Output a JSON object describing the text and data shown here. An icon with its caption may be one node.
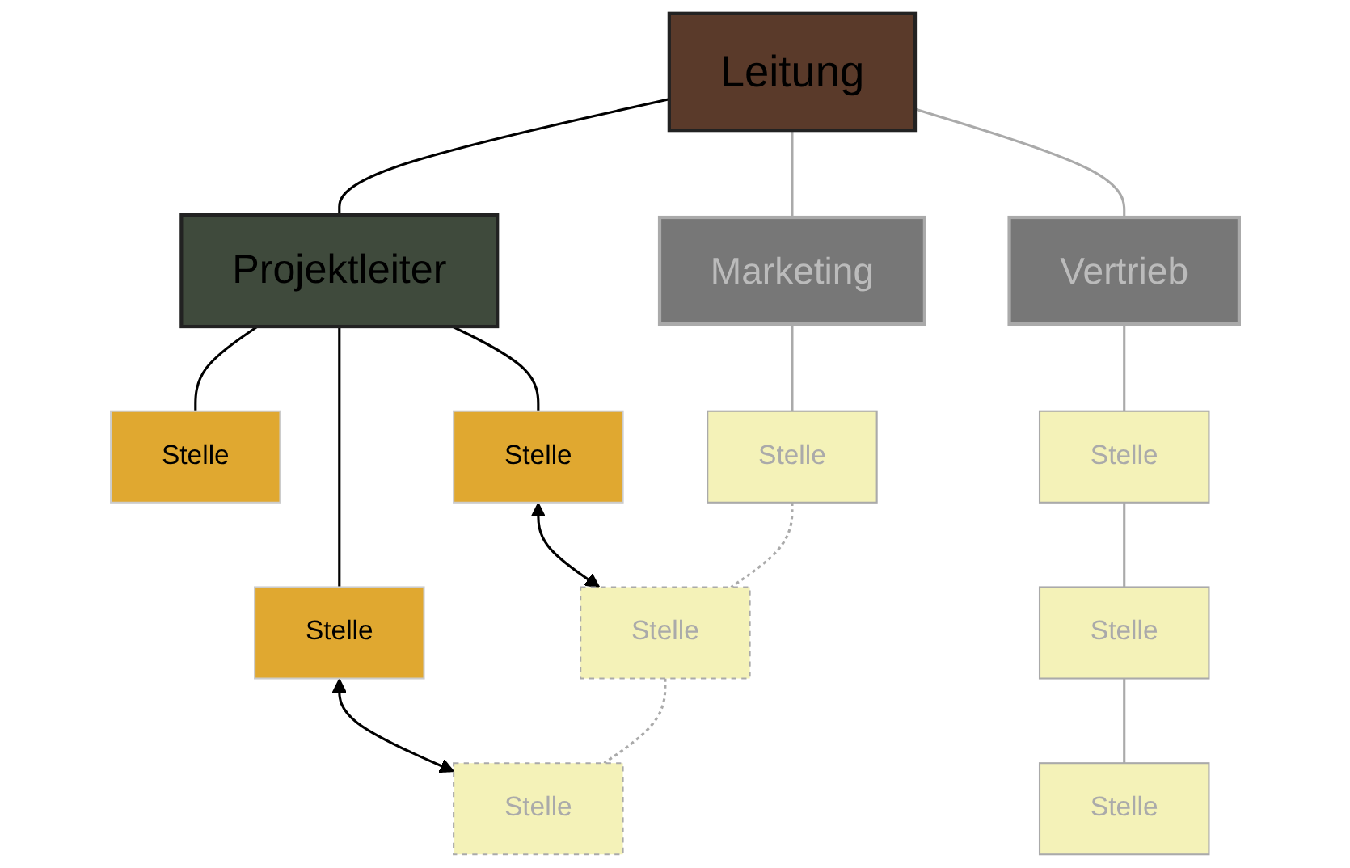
{
  "diagram": {
    "nodes": [
      {
        "text": [
          "Leitung"
        ]
      },
      {
        "text": [
          "Projektleiter"
        ]
      },
      {
        "text": [
          "Marketing"
        ]
      },
      {
        "text": [
          "Vertrieb"
        ]
      },
      {
        "text": [
          "Stelle"
        ]
      },
      {
        "text": [
          "Stelle"
        ]
      },
      {
        "text": [
          "Stelle"
        ]
      },
      {
        "text": [
          "Stelle"
        ]
      },
      {
        "text": [
          "Stelle"
        ]
      },
      {
        "text": [
          "Stelle"
        ]
      },
      {
        "text": [
          "Stelle"
        ]
      },
      {
        "text": [
          "Stelle"
        ]
      },
      {
        "text": [
          "Stelle"
        ]
      }
    ],
    "edges": [
      {
        "from": 0,
        "to": 1,
        "arrow": "none",
        "color": "#000000"
      },
      {
        "from": 0,
        "to": 2,
        "arrow": "none"
      },
      {
        "from": 0,
        "to": 3,
        "arrow": "none"
      },
      {
        "from": 1,
        "to": 4,
        "arrow": "none",
        "color": "#000000"
      },
      {
        "from": 1,
        "to": 5,
        "arrow": "none",
        "color": "#000000"
      },
      {
        "from": 1,
        "to": 6,
        "arrow": "none",
        "color": "#000000"
      },
      {
        "from": 2,
        "to": 7,
        "arrow": "none"
      },
      {
        "from": 7,
        "to": 8,
        "arrow": "none",
        "style": "dashed"
      },
      {
        "from": 8,
        "to": 9,
        "arrow": "none",
        "style": "dashed"
      },
      {
        "from": 3,
        "to": 10,
        "arrow": "none"
      },
      {
        "from": 10,
        "to": 11,
        "arrow": "none"
      },
      {
        "from": 11,
        "to": 12,
        "arrow": "none"
      },
      {
        "from": 6,
        "to": 8,
        "arrow": "both",
        "color": "#000000"
      },
      {
        "from": 5,
        "to": 9,
        "arrow": "both",
        "color": "#000000"
      }
    ]
  }
}
